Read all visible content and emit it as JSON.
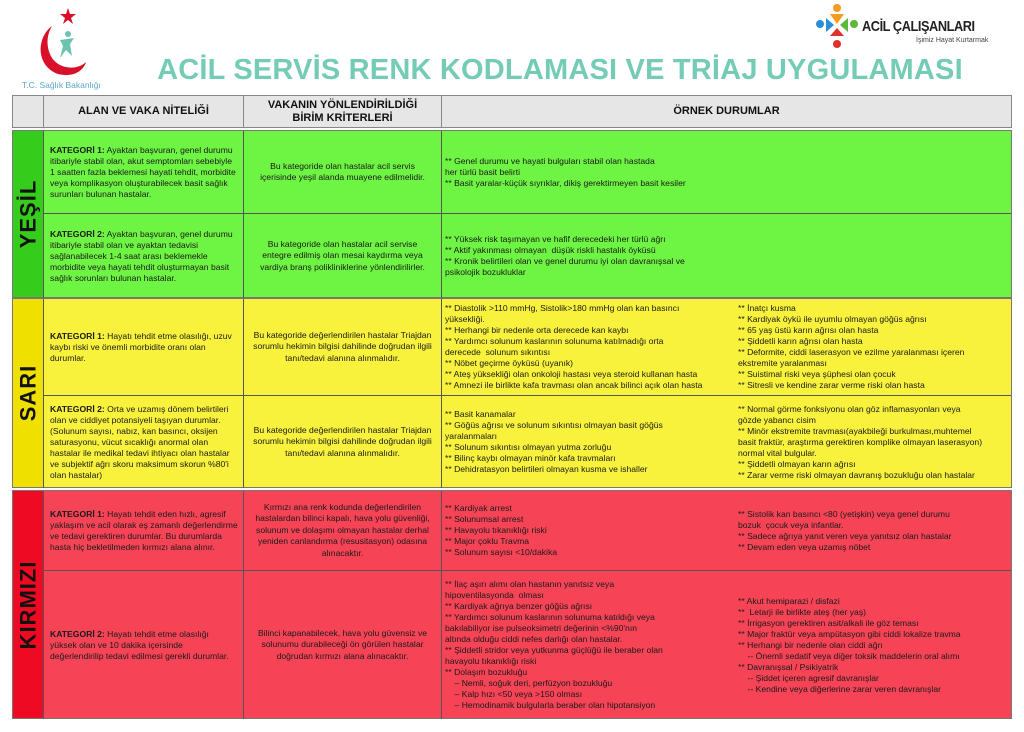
{
  "header": {
    "title": "ACİL SERVİS RENK KODLAMASI VE TRİAJ UYGULAMASI",
    "ministry_name": "T.C. Sağlık Bakanlığı",
    "brand_name": "ACİL ÇALIŞANLARI",
    "brand_slogan": "İşimiz Hayat Kurtarmak"
  },
  "columns": [
    "ALAN VE VAKA NİTELİĞİ",
    "VAKANIN YÖNLENDİRİLDİĞİ BİRİM KRİTERLERİ",
    "ÖRNEK DURUMLAR"
  ],
  "colors": {
    "title": "#74ccb6"
  },
  "sections": [
    {
      "label": "YEŞİL",
      "color": "#6ef443",
      "label_color": "#35cc1c",
      "split": false,
      "rows": [
        {
          "cat": "KATEGORİ 1:",
          "text": "Ayaktan başvuran, genel durumu itibariyle stabil olan, akut semptomları sebebiyle 1 saatten fazla beklemesi hayati tehdit, morbidite veya komplikasyon oluşturabilecek basit sağlık surunları bulunan hastalar.",
          "direction": "Bu kategoride olan hastalar acil servis içerisinde yeşil alanda muayene edilmelidir.",
          "examples": [
            "** Genel durumu ve hayati bulguları stabil olan hastada",
            "her türlü basit belirti",
            "** Basit yaralar-küçük sıyrıklar, dikiş gerektirmeyen basit kesiler"
          ],
          "examples2": []
        },
        {
          "cat": "KATEGORİ 2:",
          "text": "Ayaktan başvuran, genel durumu itibariyle stabil olan ve ayaktan tedavisi sağlanabilecek 1-4 saat arası beklemekle morbidite veya hayati tehdit oluşturmayan basit sağlık sorunları bulunan hastalar.",
          "direction": "Bu kategoride olan hastalar acil servise entegre edilmiş olan mesai kaydırma veya vardiya branş polikliniklerine yönlendirilirler.",
          "examples": [
            "** Yüksek risk taşımayan ve hafif derecedeki her türlü ağrı",
            "** Aktif yakınması olmayan  düşük riskli hastalık öyküsü",
            "** Kronik belirtileri olan ve genel durumu iyi olan davranışsal ve",
            "psikolojik bozukluklar"
          ],
          "examples2": []
        }
      ]
    },
    {
      "label": "SARI",
      "color": "#f8f23d",
      "label_color": "#efe000",
      "split": true,
      "rows": [
        {
          "cat": "KATEGORİ 1:",
          "text": "Hayatı   tehdit  etme olasılığı, uzuv kaybı riski ve önemli morbidite oranı olan durumlar.",
          "direction": "Bu kategoride değerlendirilen hastalar Triajdan sorumlu hekimin bilgisi dahilinde doğrudan ilgili tanı/tedavi alanına alınmalıdır.",
          "examples": [
            "** Diastolik >110 mmHg, Sistolik>180 mmHg olan kan basıncı",
            "yüksekliği.",
            "** Herhangi bir nedenle orta derecede kan kaybı",
            "** Yardımcı solunum kaslarının solunuma katılmadığı orta",
            "derecede  solunum sıkıntısı",
            "** Nöbet geçirme öyküsü (uyanık)",
            "** Ateş yüksekliği olan onkoloji hastası veya steroid kullanan hasta",
            "** Amnezi ile birlikte kafa travması olan ancak bilinci açık olan hasta"
          ],
          "examples2": [
            "** İnatçı kusma",
            "** Kardiyak öykü ile uyumlu olmayan göğüs ağrısı",
            "** 65 yaş üstü karın ağrısı olan hasta",
            "** Şiddetli karın ağrısı olan hasta",
            "** Deformite, ciddi laserasyon ve ezilme yaralanması içeren",
            "ekstremite yaralanması",
            "** Suistimal riski veya şüphesi olan çocuk",
            "** Sitresli ve kendine zarar verme riski olan hasta"
          ]
        },
        {
          "cat": "KATEGORİ 2:",
          "text": "Orta ve uzamış dönem belirtileri olan ve ciddiyet potansiyeli taşıyan durumlar. (Solunum sayısı, nabız, kan basıncı, oksijen saturasyonu, vücut sıcaklığı anormal olan hastalar ile medikal tedavi ihtiyacı olan hastalar ve subjektif ağrı skoru maksimum skorun %80'i olan hastalar)",
          "direction": "Bu kategoride değerlendirilen hastalar Triajdan sorumlu hekimin bilgisi dahilinde doğrudan ilgili tanı/tedavi alanına alınmalıdır.",
          "examples": [
            "** Basit kanamalar",
            "** Göğüs ağrısı ve solunum sıkıntısı olmayan basit göğüs",
            "yaralanmaları",
            "** Solunum sıkıntısı olmayan yutma zorluğu",
            "** Bilinç kaybı olmayan minör kafa travmaları",
            "** Dehidratasyon belirtileri olmayan kusma ve ishaller"
          ],
          "examples2": [
            "** Normal görme fonksiyonu olan göz inflamasyonları veya",
            "gözde yabancı cisim",
            "** Minör ekstremite travması(ayakbileği burkulması,muhtemel",
            "basit fraktür, araştırma gerektiren komplike olmayan laserasyon)",
            "normal vital bulgular.",
            "** Şiddetli olmayan karın ağrısı",
            "** Zarar verme riski olmayan davranış bozukluğu olan hastalar"
          ]
        }
      ]
    },
    {
      "label": "KIRMIZI",
      "color": "#f64456",
      "label_color": "#ee0a22",
      "split": true,
      "rows": [
        {
          "cat": "KATEGORİ 1:",
          "text": "Hayatı tehdit  eden  hızlı, agresif  yaklaşım ve  acil  olarak eş zamanlı  değerlendirme ve tedavi gerektiren durumlar. Bu durumlarda hasta hiç bekletilmeden  kırmızı alana alınır.",
          "direction": "Kırmızı ana renk kodunda değerlendirilen hastalardan bilinci kapalı, hava yolu güvenliği, solunum ve dolaşımı olmayan hastalar derhal yeniden canlandırma (resusitasyon) odasına alınacaktır.",
          "examples": [
            "** Kardiyak arrest",
            "** Solunumsal arrest",
            "** Havayolu tıkanıklığı riski",
            "** Major çoklu Travma",
            "** Solunum sayısı <10/dakika"
          ],
          "examples2": [
            "** Sistolik kan basıncı <80 (yetişkin) veya genel durumu",
            "bozuk  çocuk veya infantlar.",
            "** Sadece ağrıya yanıt veren veya yanıtsız olan hastalar",
            "** Devam eden veya uzamış nöbet"
          ]
        },
        {
          "cat": "KATEGORİ 2:",
          "text": "Hayatı   tehdit  etme olasılığı yüksek olan ve 10 dakika içersinde değerlendirilip tedavi edilmesi gerekli durumlar.",
          "direction": "Bilinci kapanabilecek, hava yolu güvensiz ve  solunumu durabileceği ön görülen hastalar doğrudan kırmızı alana alınacaktır.",
          "examples": [
            "** İlaç aşırı alımı olan hastanın yanıtsız veya",
            "hipoventilasyonda  olması",
            "** Kardiyak ağrıya benzer göğüs ağrısı",
            "** Yardımcı solunum kaslarının solunuma katıldığı veya",
            "bakılabiliyor ise pulseoksimetri değerinin <%90'nın",
            "altında olduğu ciddi nefes darlığı olan hastalar.",
            "** Şiddetli stridor veya yutkunma güçlüğü ile beraber olan",
            "havayolu tıkanıklığı riski",
            "** Dolaşım bozukluğu",
            "    – Nemli, soğuk deri, perfüzyon bozukluğu",
            "    – Kalp hızı <50 veya >150 olması",
            "    – Hemodinamik bulgularla beraber olan hipotansiyon"
          ],
          "examples2": [
            "** Akut hemiparazi / disfazi",
            "**  Letarji ile birlikte ateş (her yaş)",
            "** İrrigasyon gerektiren asit/alkali ile göz teması",
            "** Major fraktür veya ampütasyon gibi ciddi lokalize travma",
            "** Herhangi bir nedenle olan ciddi ağrı",
            "    -- Önemli sedatif veya diğer toksik maddelerin oral alımı",
            "** Davranışsal / Psikiyatrik",
            "    -- Şiddet içeren agresif davranışlar",
            "    -- Kendine veya diğerlerine zarar veren davranışlar"
          ]
        }
      ]
    }
  ]
}
